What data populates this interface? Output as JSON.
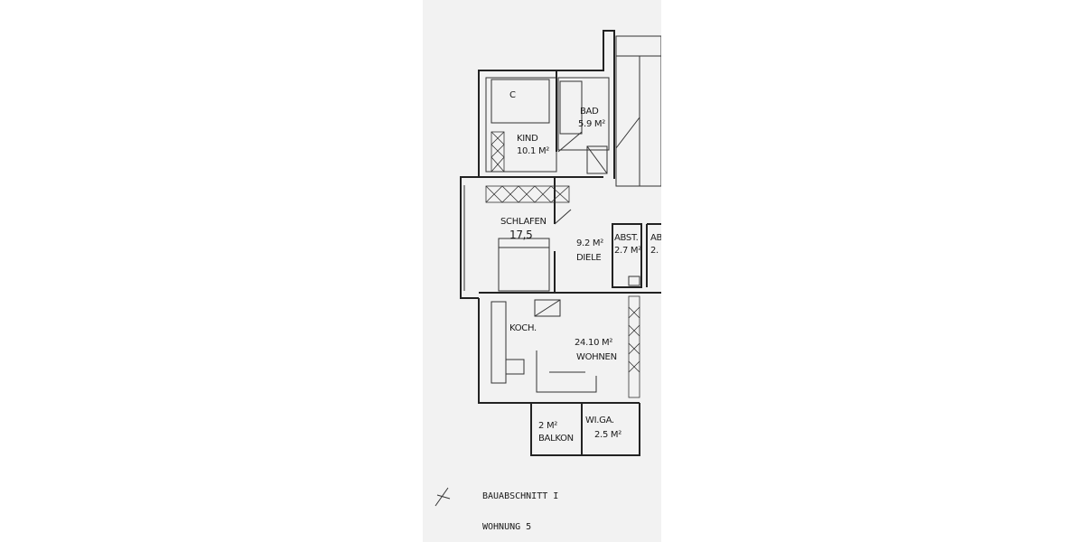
{
  "rooms": {
    "kind": {
      "name": "KIND",
      "area": "10.1 M²"
    },
    "bad": {
      "name": "BAD",
      "area": "5.9 M²"
    },
    "schlafen": {
      "name": "SCHLAFEN",
      "area": "17,5"
    },
    "diele": {
      "area": "9.2 M²",
      "name": "DIELE"
    },
    "abst": {
      "name": "ABST.",
      "area": "2.7 M²"
    },
    "abst_neighbor": {
      "name": "AB",
      "area": "2."
    },
    "koch": {
      "name": "KOCH."
    },
    "wohnen": {
      "area": "24.10 M²",
      "name": "WOHNEN"
    },
    "balkon": {
      "area": "2 M²",
      "name": "BALKON"
    },
    "wiga": {
      "name": "WI.GA.",
      "area": "2.5 M²"
    }
  },
  "footer": {
    "section": "BAUABSCHNITT I",
    "unit": "WOHNUNG 5"
  }
}
